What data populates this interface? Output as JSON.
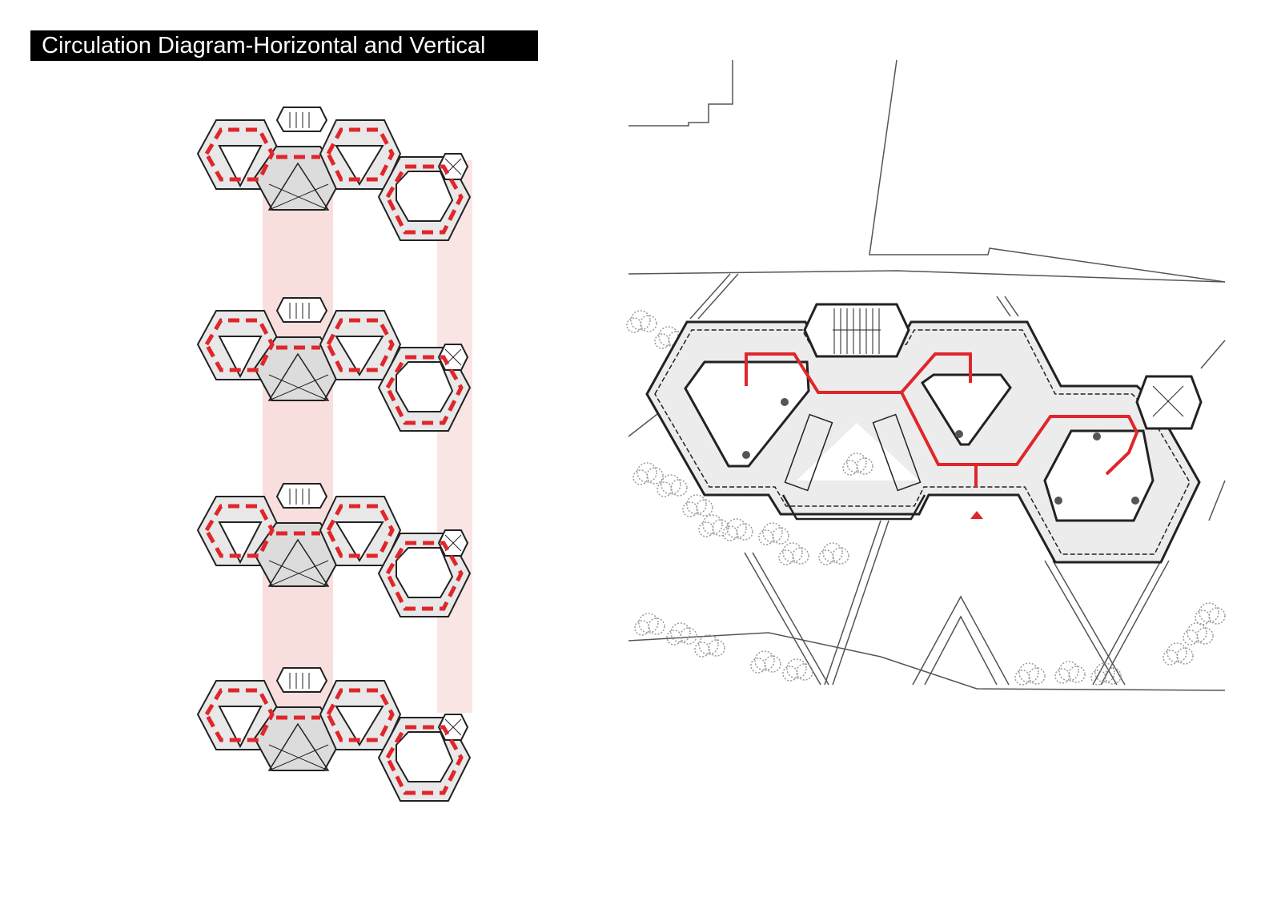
{
  "title": "Circulation Diagram-Horizontal and Vertical",
  "colors": {
    "circulation": "#e0262b",
    "vertical_band": "#f2b5b5",
    "floor_fill": "#e8e8e8",
    "outline": "#222222",
    "site_line": "#444444",
    "tree": "#9a9a9a"
  },
  "left_panel": {
    "floor_count": 4
  },
  "right_panel": {
    "entrance_marker": "arrow"
  }
}
